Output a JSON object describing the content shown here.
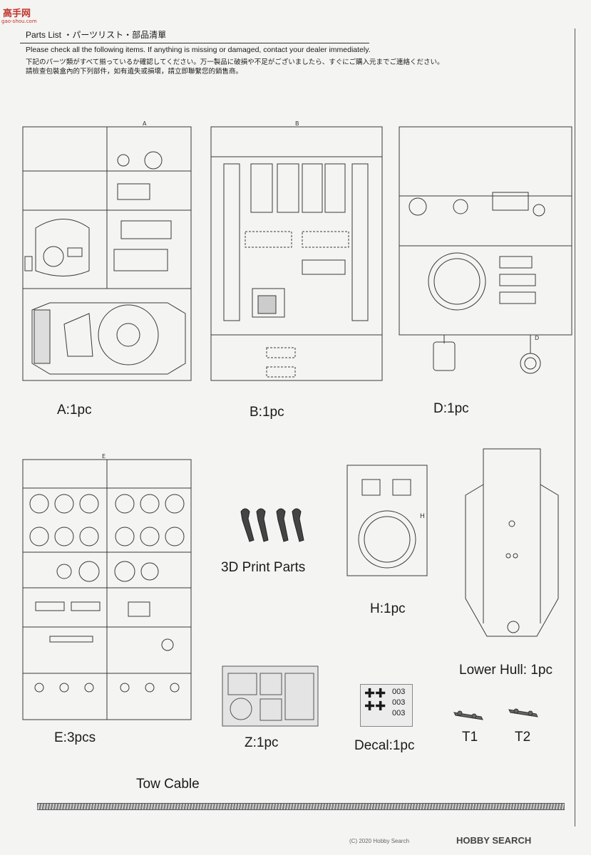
{
  "watermark": {
    "text": "高手网",
    "sub": "gao-shou.com"
  },
  "header": {
    "title": "Parts List ・パーツリスト・部品清單",
    "notice_en": "Please check all the following items. If anything is missing or damaged, contact your dealer immediately.",
    "notice_ja": "下記のパーツ類がすべて揃っているか確認してください。万一製品に破損や不足がございましたら、すぐにご購入元までご連絡ください。",
    "notice_zh": "請檢查包裝盒內的下列部件，如有遺失或損壞，請立即聯繫您的銷售商。"
  },
  "parts": {
    "a": {
      "label": "A:1pc",
      "letter": "A"
    },
    "b": {
      "label": "B:1pc",
      "letter": "B"
    },
    "d": {
      "label": "D:1pc",
      "letter": "D"
    },
    "e": {
      "label": "E:3pcs",
      "letter": "E"
    },
    "print3d": {
      "label": "3D Print Parts"
    },
    "h": {
      "label": "H:1pc",
      "letter": "H"
    },
    "lower_hull": {
      "label": "Lower Hull: 1pc"
    },
    "z": {
      "label": "Z:1pc"
    },
    "decal": {
      "label": "Decal:1pc",
      "code1": "003",
      "code2": "003",
      "code3": "003"
    },
    "t1": {
      "label": "T1"
    },
    "t2": {
      "label": "T2"
    },
    "tow": {
      "label": "Tow Cable"
    }
  },
  "footer": {
    "brand": "HOBBY SEARCH",
    "copyright": "(C) 2020 Hobby Search"
  },
  "colors": {
    "line": "#3a3a3a",
    "paper": "#f4f4f2",
    "watermark": "#c0342b"
  }
}
